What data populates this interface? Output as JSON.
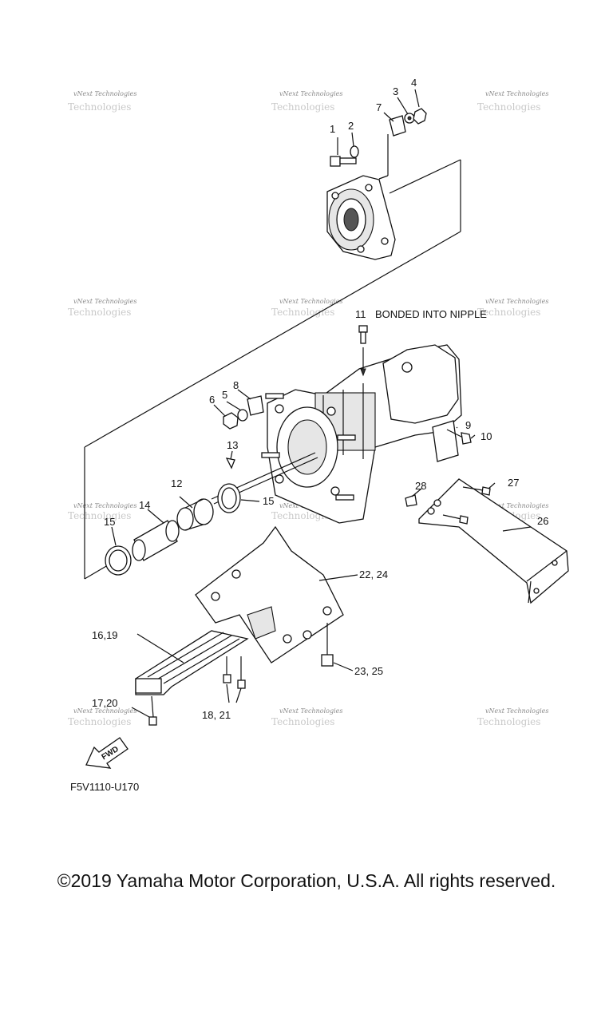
{
  "callouts": {
    "c1": "1",
    "c2": "2",
    "c3": "3",
    "c4": "4",
    "c5": "5",
    "c6": "6",
    "c7": "7",
    "c8": "8",
    "c9": "9",
    "c10": "10",
    "c11": "11",
    "c12": "12",
    "c13": "13",
    "c14": "14",
    "c15a": "15",
    "c15b": "15",
    "c16": "16,19",
    "c17": "17,20",
    "c18": "18, 21",
    "c22": "22, 24",
    "c23": "23, 25",
    "c26": "26",
    "c27": "27",
    "c28": "28"
  },
  "note": "BONDED INTO NIPPLE",
  "fwd": "FWD",
  "diagram_code": "F5V1110-U170",
  "watermark": "vNext Technologies",
  "copyright": "©2019 Yamaha Motor Corporation, U.S.A. All rights reserved."
}
